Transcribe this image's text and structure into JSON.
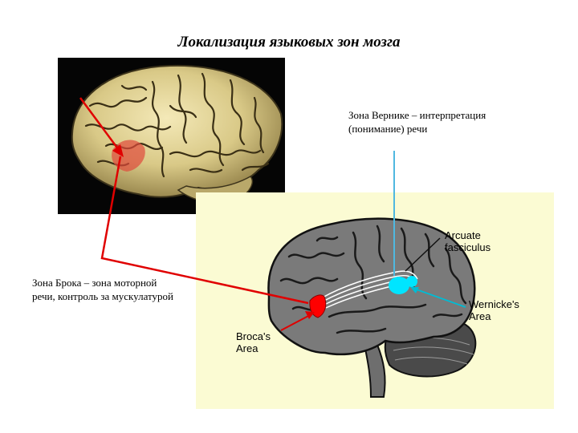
{
  "title": "Локализация языковых зон мозга",
  "wernicke_ru": {
    "line1": "Зона Вернике – интерпретация",
    "line2": "(понимание) речи"
  },
  "broca_ru": {
    "line1": "Зона Брока – зона моторной",
    "line2": "речи, контроль за мускулатурой"
  },
  "diagram_labels": {
    "arcuate_line1": "Arcuate",
    "arcuate_line2": "fasciculus",
    "wernicke_line1": "Wernicke's",
    "wernicke_line2": "Area",
    "broca_line1": "Broca's",
    "broca_line2": "Area"
  },
  "colors": {
    "broca_marker": "#ff0000",
    "wernicke_marker": "#00e5ff",
    "diagram_background": "#fbfbd3",
    "brain_gray": "#7a7a7a"
  }
}
